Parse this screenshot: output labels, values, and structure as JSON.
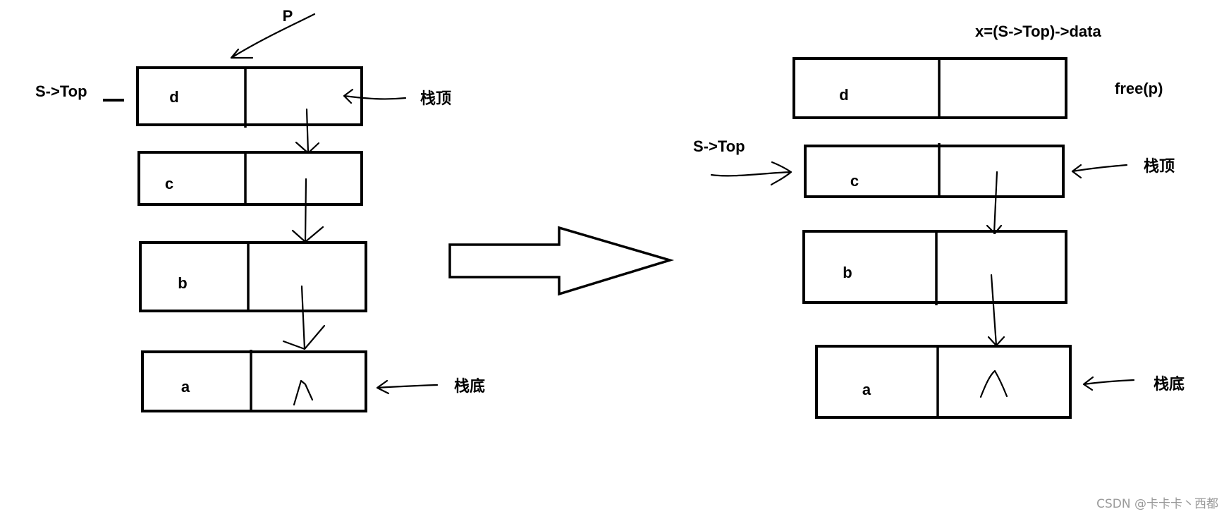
{
  "left_stack": {
    "pointer_label": "P",
    "top_label": "S->Top",
    "top_marker": "栈顶",
    "bottom_marker": "栈底",
    "nodes": [
      {
        "data": "d",
        "next": ""
      },
      {
        "data": "c",
        "next": ""
      },
      {
        "data": "b",
        "next": ""
      },
      {
        "data": "a",
        "next": "∧"
      }
    ]
  },
  "right_stack": {
    "assignment": "x=(S->Top)->data",
    "free_call": "free(p)",
    "top_label": "S->Top",
    "top_marker": "栈顶",
    "bottom_marker": "栈底",
    "nodes": [
      {
        "data": "d",
        "next": ""
      },
      {
        "data": "c",
        "next": ""
      },
      {
        "data": "b",
        "next": ""
      },
      {
        "data": "a",
        "next": "∧"
      }
    ]
  },
  "watermark": "CSDN @卡卡卡丶西都"
}
